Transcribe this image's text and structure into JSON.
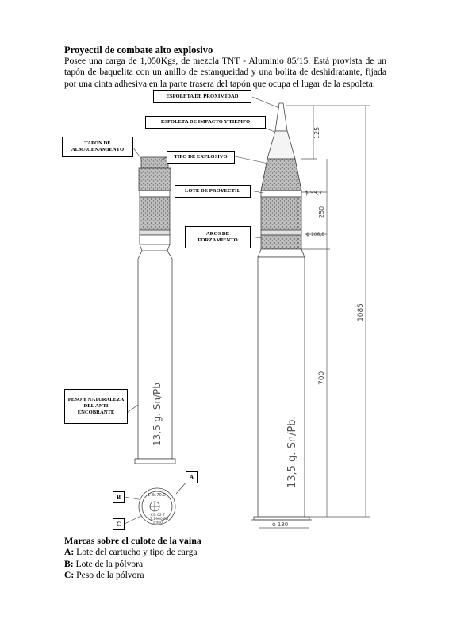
{
  "heading": "Proyectil de combate alto explosivo",
  "intro": "Posee una carga de 1,050Kgs, de mezcla TNT - Aluminio 85/15. Está provista de un tapón de baquelita con un anillo de estanqueidad y una bolita de deshidratante, fijada por una cinta adhesiva en la parte trasera del tapón que ocupa el lugar de la espoleta.",
  "labels": {
    "espoleta_proximidad": "ESPOLETA DE PROXIMIDAD",
    "espoleta_impacto": "ESPOLETA DE IMPACTO Y TIEMPO",
    "tapon": "TAPON DE ALMACENAMIENTO",
    "tipo_explosivo": "TIPO DE EXPLOSIVO",
    "lote_proyectil": "LOTE DE PROYECTIL",
    "aros": "AROS DE FORZAMIENTO",
    "peso": "PESO Y NATURALEZA DEL ANTI ENCOBRANTE",
    "letter_a": "A",
    "letter_b": "B",
    "letter_c": "C"
  },
  "drawing_text": {
    "left_case_text": "13,5 g. Sn/Pb",
    "right_case_text": "13,5 g. Sn/Pb.",
    "dim_125": "125",
    "dim_250": "250",
    "dim_700": "700",
    "dim_1085": "1085",
    "diam_997": "ϕ 99,7",
    "diam_1068": "ϕ 106,8",
    "diam_130": "ϕ 130"
  },
  "base_marks": {
    "line1": "1 Br.70.C",
    "line2": "F/L 62 T",
    "line3": "7.1960.FD",
    "line4": "3 340"
  },
  "marks_section": {
    "title": "Marcas sobre el culote de la vaina",
    "items": [
      {
        "key": "A:",
        "text": "Lote del cartucho y tipo de carga"
      },
      {
        "key": "B:",
        "text": "Lote de la pólvora"
      },
      {
        "key": "C:",
        "text": "Peso de la pólvora"
      }
    ]
  }
}
